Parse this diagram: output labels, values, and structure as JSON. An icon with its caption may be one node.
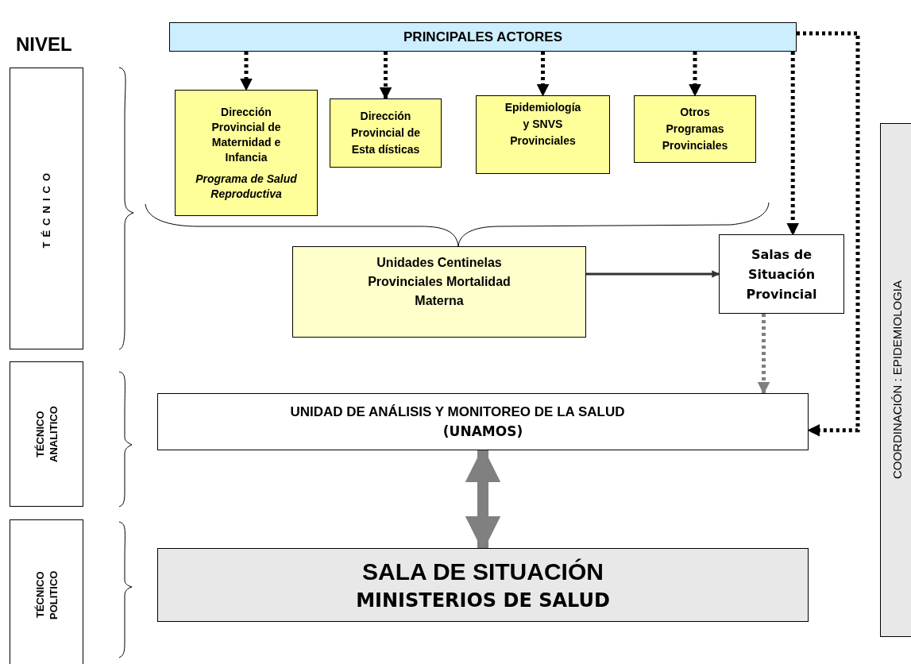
{
  "diagram": {
    "nodes": [
      {
        "text": [
          "PRINCIPALES ACTORES"
        ]
      },
      {
        "text": [
          "Dirección Provincial de Maternidad e Infancia",
          "Programa de Salud Reproductiva"
        ]
      },
      {
        "text": [
          "Dirección Provincial de Esta dísticas"
        ]
      },
      {
        "text": [
          "Epidemiología y SNVS Provinciales"
        ]
      },
      {
        "text": [
          "Otros Programas Provinciales"
        ]
      },
      {
        "text": [
          "Unidades Centinelas Provinciales Mortalidad Materna"
        ]
      },
      {
        "text": [
          "Salas de Situación Provincial"
        ]
      },
      {
        "text": [
          "UNIDAD DE ANÁLISIS Y MONITOREO DE LA SALUD",
          "(UNAMOS)"
        ]
      },
      {
        "text": [
          "SALA DE SITUACIÓN",
          "MINISTERIOS DE SALUD"
        ]
      },
      {
        "text": [
          "TÉCNICO"
        ]
      },
      {
        "text": [
          "TÉCNICO ANALITICO"
        ]
      },
      {
        "text": [
          "TÉCNICO POLITICO"
        ]
      },
      {
        "text": [
          "COORDINACIÓN : EPIDEMIOLOGIA"
        ]
      }
    ],
    "edges": [
      {
        "from": 0,
        "to": 1,
        "arrow": "to",
        "style": "dashed"
      },
      {
        "from": 0,
        "to": 2,
        "arrow": "to",
        "style": "dashed"
      },
      {
        "from": 0,
        "to": 3,
        "arrow": "to",
        "style": "dashed"
      },
      {
        "from": 0,
        "to": 4,
        "arrow": "to",
        "style": "dashed"
      },
      {
        "from": 0,
        "to": 6,
        "arrow": "to",
        "style": "dashed"
      },
      {
        "from": 0,
        "to": 7,
        "arrow": "to",
        "style": "dashed"
      },
      {
        "from": 5,
        "to": 6,
        "arrow": "to",
        "color": "#333333"
      },
      {
        "from": 6,
        "to": 7,
        "arrow": "to",
        "style": "dashed",
        "color": "#808080"
      },
      {
        "from": 7,
        "to": 8,
        "arrow": "both",
        "style": "thick",
        "color": "#808080"
      }
    ],
    "labels": [
      "NIVEL"
    ]
  }
}
